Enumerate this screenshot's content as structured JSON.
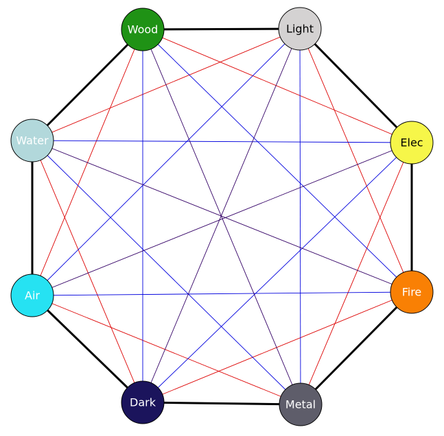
{
  "nodes": [
    {
      "id": "wood",
      "label": "Wood",
      "fill": "#1f9215",
      "text_color": "#ffffff"
    },
    {
      "id": "light",
      "label": "Light",
      "fill": "#d4d2d2",
      "text_color": "#000000"
    },
    {
      "id": "elec",
      "label": "Elec",
      "fill": "#f6f649",
      "text_color": "#000000"
    },
    {
      "id": "fire",
      "label": "Fire",
      "fill": "#f98004",
      "text_color": "#ffffff"
    },
    {
      "id": "metal",
      "label": "Metal",
      "fill": "#5e5d6a",
      "text_color": "#ffffff"
    },
    {
      "id": "dark",
      "label": "Dark",
      "fill": "#1b145c",
      "text_color": "#ffffff"
    },
    {
      "id": "air",
      "label": "Air",
      "fill": "#26e2f2",
      "text_color": "#ffffff"
    },
    {
      "id": "water",
      "label": "Water",
      "fill": "#b2d8db",
      "text_color": "#ffffff"
    }
  ],
  "edges": [
    {
      "from": "wood",
      "to": "light",
      "color": "#000000"
    },
    {
      "from": "light",
      "to": "elec",
      "color": "#000000"
    },
    {
      "from": "elec",
      "to": "fire",
      "color": "#000000"
    },
    {
      "from": "fire",
      "to": "metal",
      "color": "#000000"
    },
    {
      "from": "metal",
      "to": "dark",
      "color": "#000000"
    },
    {
      "from": "dark",
      "to": "air",
      "color": "#000000"
    },
    {
      "from": "air",
      "to": "water",
      "color": "#000000"
    },
    {
      "from": "water",
      "to": "wood",
      "color": "#000000"
    },
    {
      "from": "wood",
      "to": "elec",
      "color": "#dd0000"
    },
    {
      "from": "light",
      "to": "fire",
      "color": "#dd0000"
    },
    {
      "from": "elec",
      "to": "metal",
      "color": "#dd0000"
    },
    {
      "from": "fire",
      "to": "dark",
      "color": "#dd0000"
    },
    {
      "from": "metal",
      "to": "air",
      "color": "#dd0000"
    },
    {
      "from": "dark",
      "to": "water",
      "color": "#dd0000"
    },
    {
      "from": "air",
      "to": "wood",
      "color": "#dd0000"
    },
    {
      "from": "water",
      "to": "light",
      "color": "#dd0000"
    },
    {
      "from": "wood",
      "to": "dark",
      "color": "#0000dd"
    },
    {
      "from": "light",
      "to": "metal",
      "color": "#0000dd"
    },
    {
      "from": "water",
      "to": "elec",
      "color": "#0000dd"
    },
    {
      "from": "air",
      "to": "fire",
      "color": "#0000dd"
    },
    {
      "from": "wood",
      "to": "fire",
      "color": "#0000dd"
    },
    {
      "from": "light",
      "to": "air",
      "color": "#0000dd"
    },
    {
      "from": "water",
      "to": "metal",
      "color": "#0000dd"
    },
    {
      "from": "elec",
      "to": "dark",
      "color": "#0000dd"
    },
    {
      "from": "wood",
      "to": "metal",
      "color": "#330066"
    },
    {
      "from": "light",
      "to": "dark",
      "color": "#330066"
    },
    {
      "from": "water",
      "to": "fire",
      "color": "#330066"
    },
    {
      "from": "air",
      "to": "elec",
      "color": "#330066"
    }
  ]
}
